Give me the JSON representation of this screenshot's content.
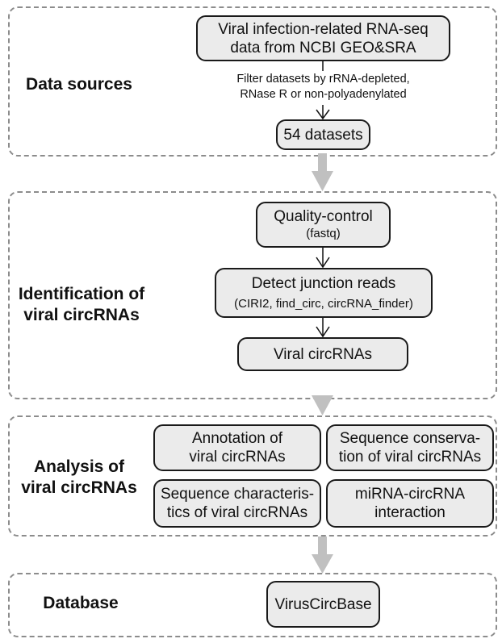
{
  "sections": {
    "data_sources": {
      "label": "Data sources",
      "source_node": {
        "line1": "Viral infection-related RNA-seq",
        "line2": "data from NCBI GEO&SRA"
      },
      "filter_note": {
        "line1": "Filter datasets by rRNA-depleted,",
        "line2": "RNase R or non-polyadenylated"
      },
      "result_node": "54 datasets"
    },
    "identification": {
      "label_line1": "Identification of",
      "label_line2": "viral circRNAs",
      "qc_node": {
        "title": "Quality-control",
        "sub": "(fastq)"
      },
      "detect_node": {
        "title": "Detect junction reads",
        "sub": "(CIRI2, find_circ, circRNA_finder)"
      },
      "result_node": "Viral circRNAs"
    },
    "analysis": {
      "label_line1": "Analysis of",
      "label_line2": "viral circRNAs",
      "nodes": [
        {
          "line1": "Annotation of",
          "line2": "viral circRNAs"
        },
        {
          "line1": "Sequence conserva-",
          "line2": "tion of viral circRNAs"
        },
        {
          "line1": "Sequence characteris-",
          "line2": "tics of viral circRNAs"
        },
        {
          "line1": "miRNA-circRNA",
          "line2": "interaction"
        }
      ]
    },
    "database": {
      "label": "Database",
      "node": "VirusCircBase"
    }
  },
  "colors": {
    "node_fill": "#ebebeb",
    "node_border": "#1a1a1a",
    "dashed_border": "#8c8c8c",
    "flow_arrow": "#c0c0c0"
  }
}
